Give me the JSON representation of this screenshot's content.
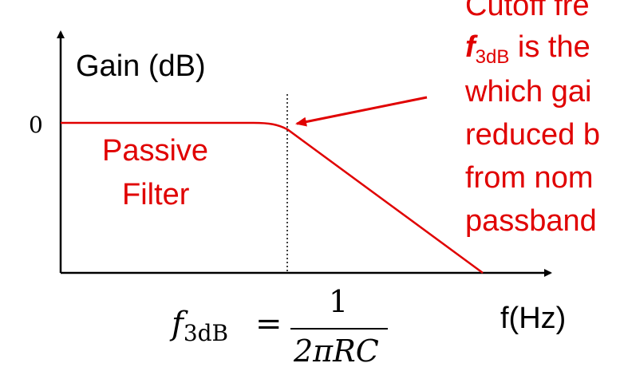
{
  "diagram": {
    "y_axis_label": "Gain (dB)",
    "y_tick_zero": "0",
    "x_axis_label": "f(Hz)",
    "curve_label_line1": "Passive",
    "curve_label_line2": "Filter",
    "annotation": {
      "line1": "Cutoff fre",
      "line2_symbol": "f",
      "line2_subscript": "3dB",
      "line2_rest": " is the",
      "line3": "which gai",
      "line4": "reduced b",
      "line5": "from nom",
      "line6": "passband"
    },
    "formula": {
      "lhs_symbol": "f",
      "lhs_subscript": "3dB",
      "equals": "=",
      "numerator": "1",
      "denominator": "2πRC"
    },
    "colors": {
      "curve": "#e00000",
      "text_red": "#e00000",
      "axis": "#000000"
    }
  }
}
